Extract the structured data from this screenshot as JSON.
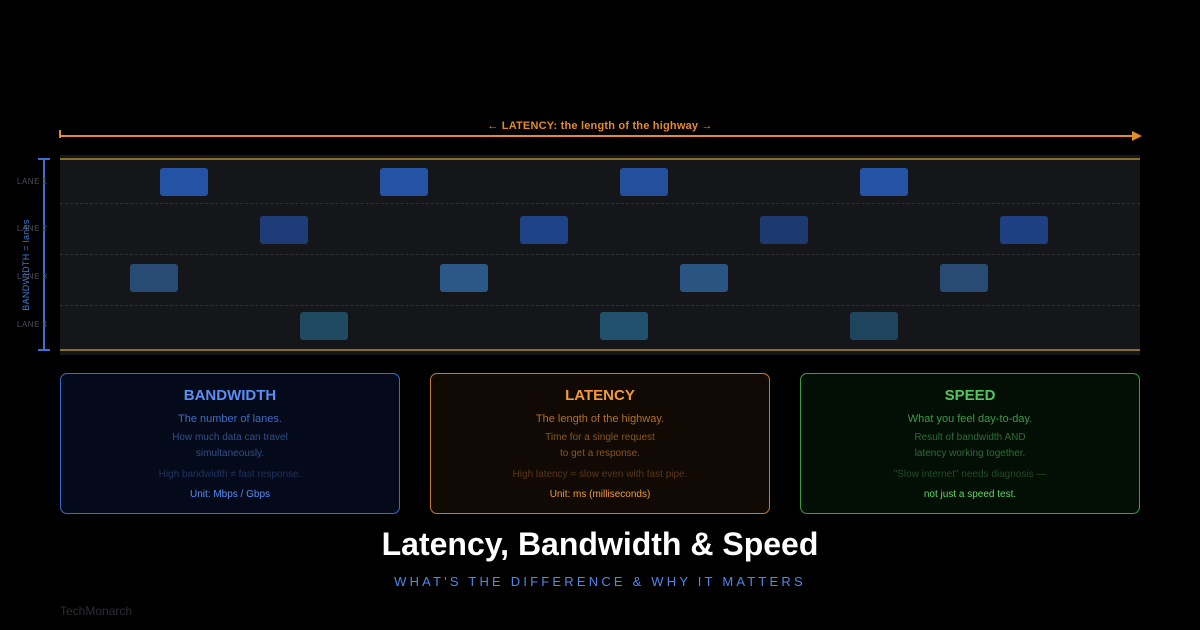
{
  "latency_label": "← LATENCY: the length of the highway →",
  "bandwidth_label": "BANDWIDTH = lanes",
  "lanes": [
    "LANE 1",
    "LANE 2",
    "LANE 3",
    "LANE 4"
  ],
  "cards": {
    "bandwidth": {
      "title": "BANDWIDTH",
      "subtitle": "The number of lanes.",
      "desc_line1": "How much data can travel",
      "desc_line2": "simultaneously.",
      "note": "High bandwidth ≠ fast response.",
      "unit": "Unit: Mbps / Gbps"
    },
    "latency": {
      "title": "LATENCY",
      "subtitle": "The length of the highway.",
      "desc_line1": "Time for a single request",
      "desc_line2": "to get a response.",
      "note": "High latency = slow even with fast pipe.",
      "unit": "Unit: ms (milliseconds)"
    },
    "speed": {
      "title": "SPEED",
      "subtitle": "What you feel day-to-day.",
      "desc_line1": "Result of bandwidth AND",
      "desc_line2": "latency working together.",
      "note": "\"Slow internet\" needs diagnosis —",
      "unit": "not just a speed test."
    }
  },
  "title": "Latency, Bandwidth & Speed",
  "subtitle": "WHAT'S THE DIFFERENCE & WHY IT MATTERS",
  "brand": "TechMonarch",
  "colors": {
    "background": "#000000",
    "bandwidth": "#5b8ef5",
    "latency": "#f29a3c",
    "speed": "#55c65e"
  }
}
